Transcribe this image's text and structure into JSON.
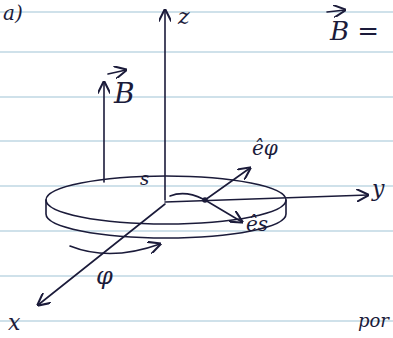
{
  "diagram": {
    "labels": [
      "a)",
      "B",
      "z",
      "B =",
      "êφ",
      "s",
      "ês",
      "y",
      "φ",
      "x",
      "por"
    ]
  }
}
